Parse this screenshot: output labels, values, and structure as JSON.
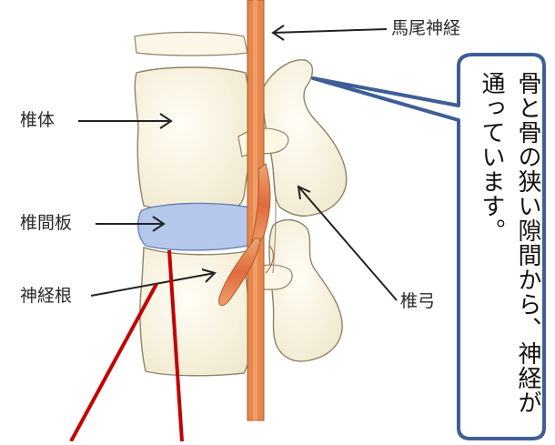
{
  "labels": {
    "cauda_equina": "馬尾神経",
    "vertebral_body": "椎体",
    "intervertebral_disc": "椎間板",
    "nerve_root": "神経根",
    "vertebral_arch": "椎弓"
  },
  "callout": {
    "text": "骨と骨の狭い隙間から、神経が通っています。"
  },
  "colors": {
    "bone": "#FBF6E6",
    "bone_outline": "#8E8366",
    "disc": "#B5C8EC",
    "nerve": "#E8874C",
    "callout_border": "#3E5E97",
    "red_pointer": "#C40000"
  }
}
